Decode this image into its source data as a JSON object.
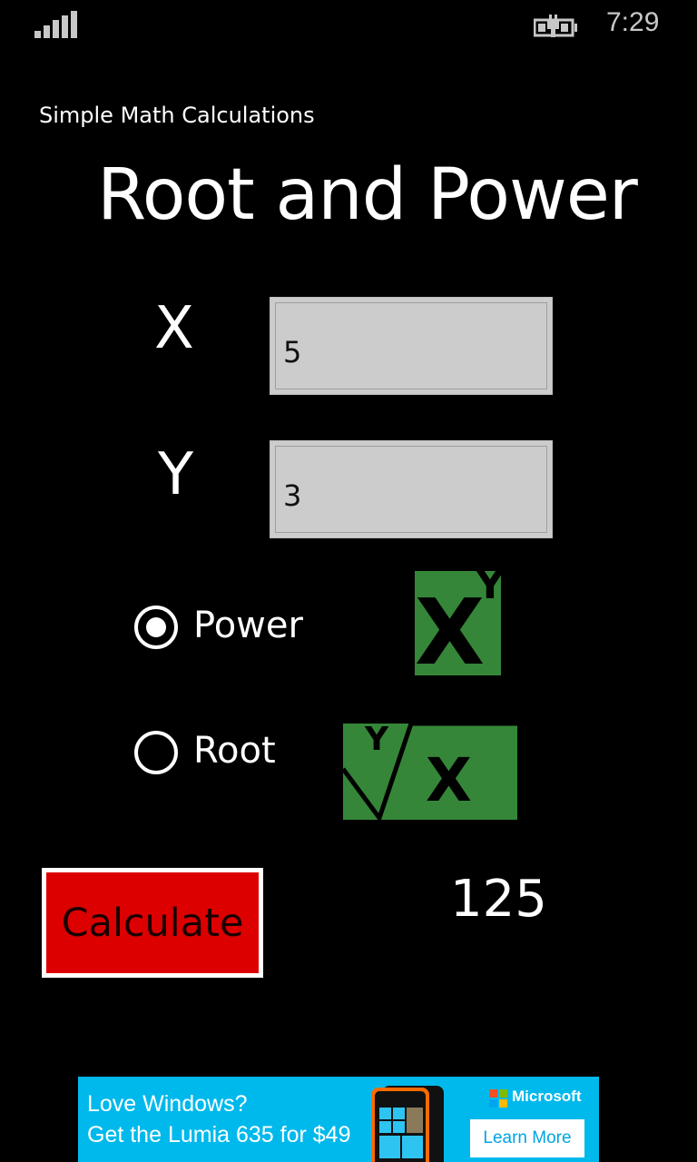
{
  "status_bar": {
    "signal_icon": "signal-strength-icon",
    "battery_icon": "battery-charging-icon",
    "time": "7:29"
  },
  "app": {
    "title": "Simple Math Calculations",
    "page_title": "Root and Power"
  },
  "form": {
    "x_label": "X",
    "x_value": "5",
    "y_label": "Y",
    "y_value": "3"
  },
  "options": {
    "power_label": "Power",
    "power_selected": true,
    "power_icon": "x-power-y-icon",
    "power_icon_base": "X",
    "power_icon_exponent": "Y",
    "root_label": "Root",
    "root_selected": false,
    "root_icon": "y-root-of-x-icon",
    "root_icon_index": "Y",
    "root_icon_radicand": "X",
    "icon_bg_color": "#358638"
  },
  "action": {
    "calculate_label": "Calculate",
    "button_color": "#dc0000",
    "result": "125"
  },
  "ad": {
    "line1": "Love Windows?",
    "line2": "Get the Lumia 635 for $49",
    "brand": "Microsoft",
    "cta": "Learn More",
    "bg_color": "#00b9ec"
  }
}
